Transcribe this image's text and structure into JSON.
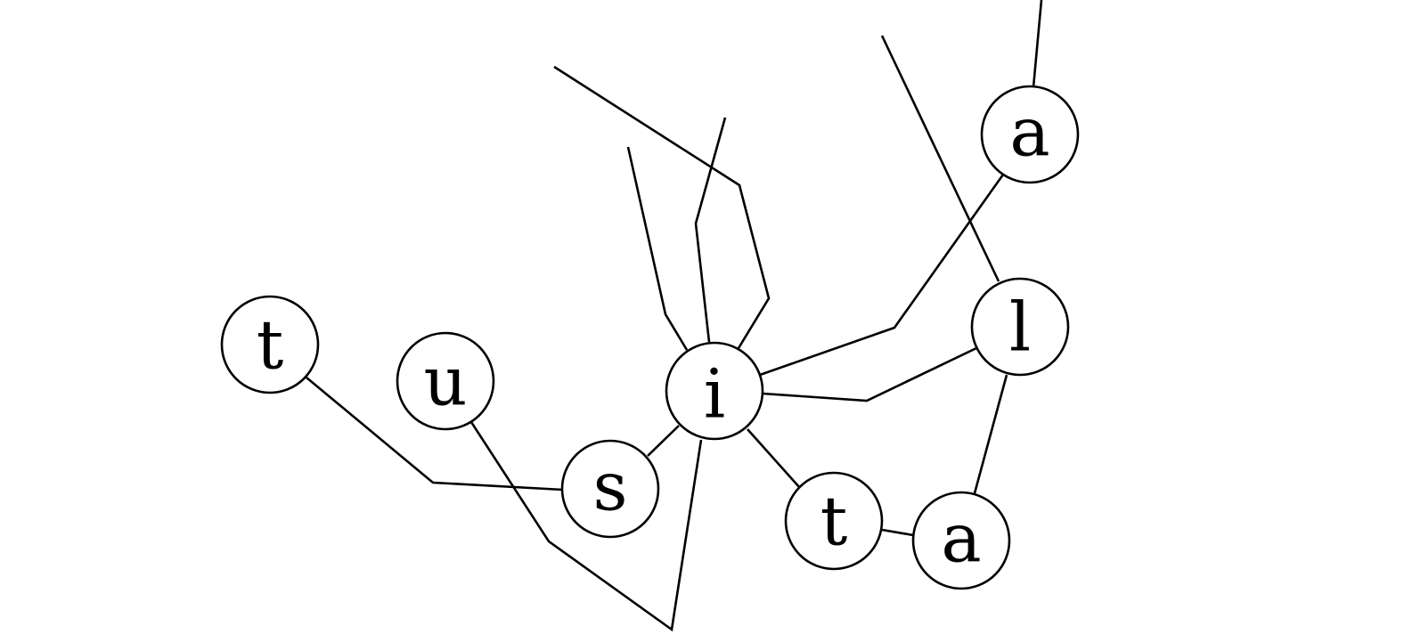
{
  "diagram": {
    "stroke_color": "#000000",
    "fill_color": "#ffffff",
    "nodes": [
      {
        "id": "t1",
        "label": "t"
      },
      {
        "id": "u",
        "label": "u"
      },
      {
        "id": "s",
        "label": "s"
      },
      {
        "id": "i",
        "label": "i"
      },
      {
        "id": "t2",
        "label": "t"
      },
      {
        "id": "a2",
        "label": "a"
      },
      {
        "id": "l",
        "label": "l"
      },
      {
        "id": "a1",
        "label": "a"
      }
    ]
  }
}
